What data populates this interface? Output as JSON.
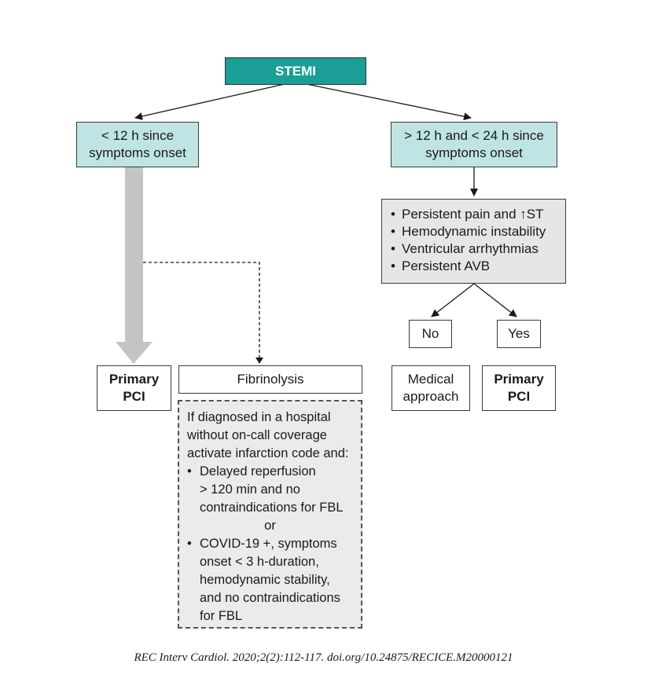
{
  "stemi": "STEMI",
  "left_condition": [
    "< 12 h since",
    "symptoms onset"
  ],
  "right_condition": [
    "> 12 h and < 24 h since",
    "symptoms onset"
  ],
  "criteria": [
    "Persistent pain and ↑ST",
    "Hemodynamic instability",
    "Ventricular arrhythmias",
    "Persistent AVB"
  ],
  "no_label": "No",
  "yes_label": "Yes",
  "primary_pci_left": [
    "Primary",
    "PCI"
  ],
  "fibrinolysis": "Fibrinolysis",
  "medical_approach": [
    "Medical",
    "approach"
  ],
  "primary_pci_right": [
    "Primary",
    "PCI"
  ],
  "fibrinolysis_details": {
    "intro": [
      "If diagnosed in a hospital",
      "without on-call coverage",
      "activate infarction code and:"
    ],
    "bullet1": [
      "Delayed reperfusion",
      "> 120 min and no",
      "contraindications for FBL"
    ],
    "or": "or",
    "bullet2": [
      "COVID-19 +, symptoms",
      "onset < 3 h-duration,",
      "hemodynamic stability,",
      "and no contraindications",
      "for FBL"
    ]
  },
  "citation": "REC Interv Cardiol. 2020;2(2):112-117. doi.org/10.24875/RECICE.M20000121",
  "colors": {
    "stemi_fill": "#1a9e96",
    "condition_fill": "#bfe4e3",
    "criteria_fill": "#e6e6e6",
    "big_arrow": "#c4c4c6"
  }
}
